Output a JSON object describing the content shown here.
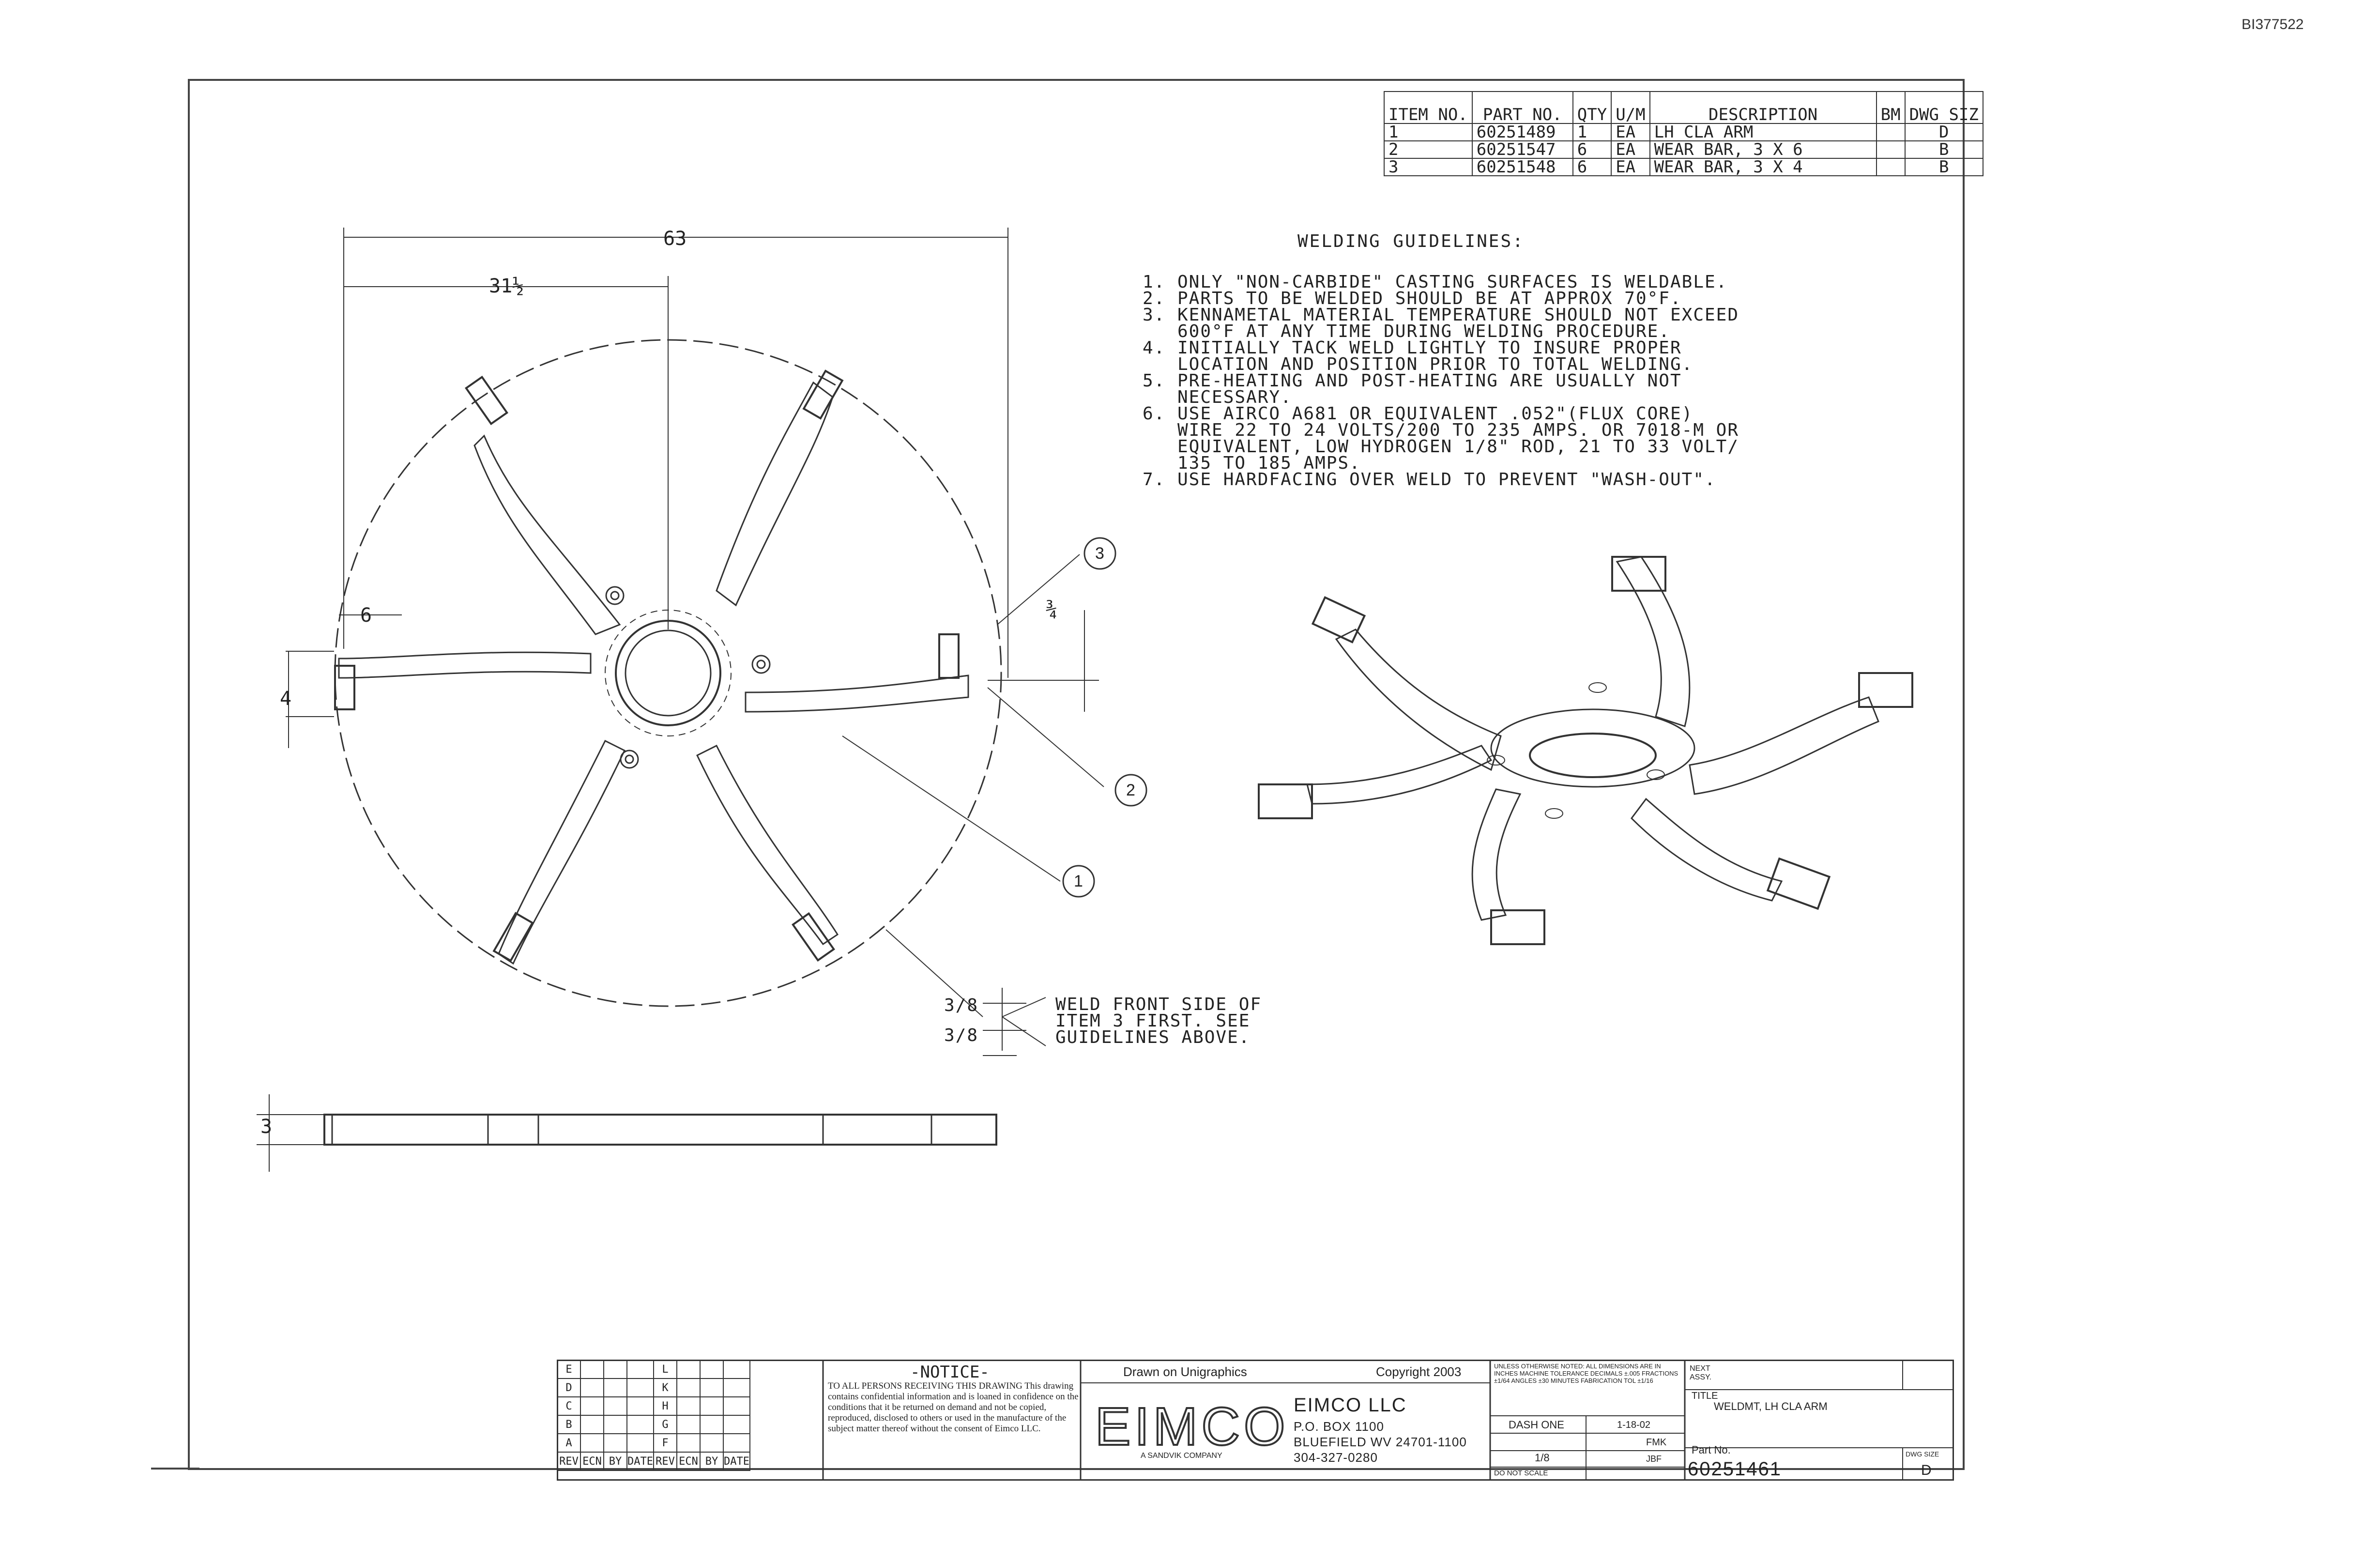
{
  "document_id": "BI377522",
  "parts_table": {
    "headers": {
      "item": "ITEM NO.",
      "part_no": "PART NO.",
      "qty": "QTY",
      "um": "U/M",
      "description": "DESCRIPTION",
      "bm": "BM",
      "dwg_siz": "DWG SIZ"
    },
    "rows": [
      {
        "item": "1",
        "part_no": "60251489",
        "qty": "1",
        "um": "EA",
        "description": "LH CLA ARM",
        "bm": "",
        "dwg_siz": "D"
      },
      {
        "item": "2",
        "part_no": "60251547",
        "qty": "6",
        "um": "EA",
        "description": "WEAR BAR, 3 X 6",
        "bm": "",
        "dwg_siz": "B"
      },
      {
        "item": "3",
        "part_no": "60251548",
        "qty": "6",
        "um": "EA",
        "description": "WEAR BAR, 3 X 4",
        "bm": "",
        "dwg_siz": "B"
      }
    ]
  },
  "welding": {
    "title": "WELDING GUIDELINES:",
    "items": [
      {
        "num": "1.",
        "text": "ONLY \"NON-CARBIDE\" CASTING SURFACES IS WELDABLE."
      },
      {
        "num": "2.",
        "text": "PARTS TO BE WELDED SHOULD BE AT APPROX 70°F."
      },
      {
        "num": "3.",
        "text": "KENNAMETAL MATERIAL TEMPERATURE SHOULD NOT EXCEED\n600°F AT ANY TIME DURING WELDING PROCEDURE."
      },
      {
        "num": "4.",
        "text": "INITIALLY TACK WELD LIGHTLY TO INSURE PROPER\nLOCATION AND POSITION PRIOR TO TOTAL WELDING."
      },
      {
        "num": "5.",
        "text": "PRE-HEATING AND POST-HEATING ARE USUALLY NOT\nNECESSARY."
      },
      {
        "num": "6.",
        "text": "USE AIRCO A681 OR EQUIVALENT .052\"(FLUX CORE)\nWIRE 22 TO 24 VOLTS/200 TO 235 AMPS. OR 7018-M OR\nEQUIVALENT, LOW HYDROGEN 1/8\" ROD, 21 TO 33 VOLT/\n135 TO 185 AMPS."
      },
      {
        "num": "7.",
        "text": "USE HARDFACING OVER WELD TO PREVENT \"WASH-OUT\"."
      }
    ]
  },
  "dimensions": {
    "overall": "63",
    "half": "31½",
    "arm_len": "6",
    "arm_width": "4",
    "frac_34": "¾",
    "thickness": "3"
  },
  "callouts": [
    "1",
    "2",
    "3"
  ],
  "weld_symbol": {
    "top": "3/8",
    "bottom": "3/8",
    "note": "WELD FRONT SIDE OF\nITEM 3 FIRST. SEE\nGUIDELINES ABOVE."
  },
  "title_block": {
    "rev_letters_left": [
      "E",
      "D",
      "C",
      "B",
      "A"
    ],
    "rev_letters_right": [
      "L",
      "K",
      "H",
      "G",
      "F"
    ],
    "rev_headers": [
      "REV",
      "ECN",
      "BY",
      "DATE",
      "REV",
      "ECN",
      "BY",
      "DATE"
    ],
    "notice_title": "-NOTICE-",
    "notice_text": "TO ALL PERSONS RECEIVING THIS DRAWING This drawing contains confidential information and is loaned in confidence on the conditions that it be returned on demand and not be copied, reproduced, disclosed to others or used in the manufacture of the subject matter thereof without the consent of Eimco LLC.",
    "drawn_on": "Drawn on Unigraphics",
    "copyright": "Copyright 2003",
    "logo": "EIMCO",
    "logo_sub": "A SANDVIK COMPANY",
    "company": "EIMCO LLC",
    "address_lines": [
      "P.O. BOX 1100",
      "BLUEFIELD WV 24701-1100",
      "304-327-0280"
    ],
    "tolerance_note": "UNLESS OTHERWISE NOTED: ALL DIMENSIONS ARE IN INCHES MACHINE TOLERANCE DECIMALS ±.005 FRACTIONS ±1/64 ANGLES ±30 MINUTES FABRICATION TOL ±1/16",
    "material": "DASH ONE",
    "date": "1-18-02",
    "drawn_by": "FMK",
    "scale": "1/8",
    "checked": "JBF",
    "do_not_scale": "DO NOT SCALE",
    "next_assy": "NEXT ASSY.",
    "title_label": "TITLE",
    "title": "WELDMT, LH CLA ARM",
    "part_no_label": "Part No.",
    "part_no": "60251461",
    "dwg_size_label": "DWG SIZE",
    "dwg_size": "D"
  }
}
